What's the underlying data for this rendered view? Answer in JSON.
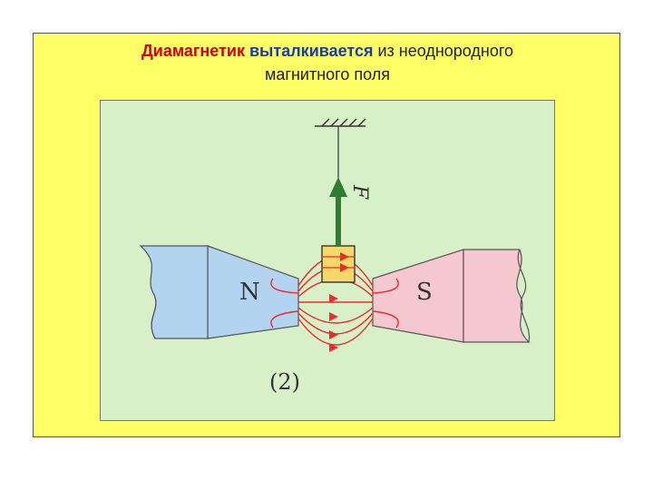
{
  "title": {
    "word1": "Диамагнетик",
    "word2": "выталкивается",
    "rest": " из неоднородного",
    "line2": "магнитного поля"
  },
  "diagram": {
    "pole_north": "N",
    "pole_south": "S",
    "force_label": "F",
    "caption": "(2)",
    "colors": {
      "north_pole": "#b3d4f0",
      "south_pole": "#f5c8d0",
      "field_lines": "#ee2a2a",
      "force_arrow": "#2e7d32",
      "sample": "#f6d86a",
      "background": "#d8f0c8",
      "slide": "#ffff66"
    }
  }
}
